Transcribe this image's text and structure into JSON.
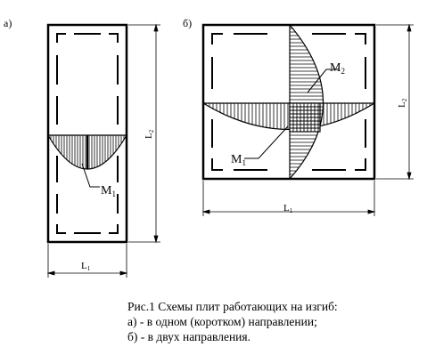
{
  "labels": {
    "panel_a": "а)",
    "panel_b": "б)",
    "a_L1": "L",
    "a_L1_sub": "1",
    "a_L2": "L",
    "a_L2_sub": "2",
    "a_M1": "M",
    "a_M1_sub": "1",
    "b_L1": "L",
    "b_L1_sub": "1",
    "b_L2": "L",
    "b_L2_sub": "2",
    "b_M1": "M",
    "b_M1_sub": "1",
    "b_M2": "M",
    "b_M2_sub": "2"
  },
  "caption": {
    "line1": "Рис.1 Схемы плит работающих на изгиб:",
    "line2": "а) - в одном (коротком) направлении;",
    "line3": "б) - в двух направления."
  }
}
